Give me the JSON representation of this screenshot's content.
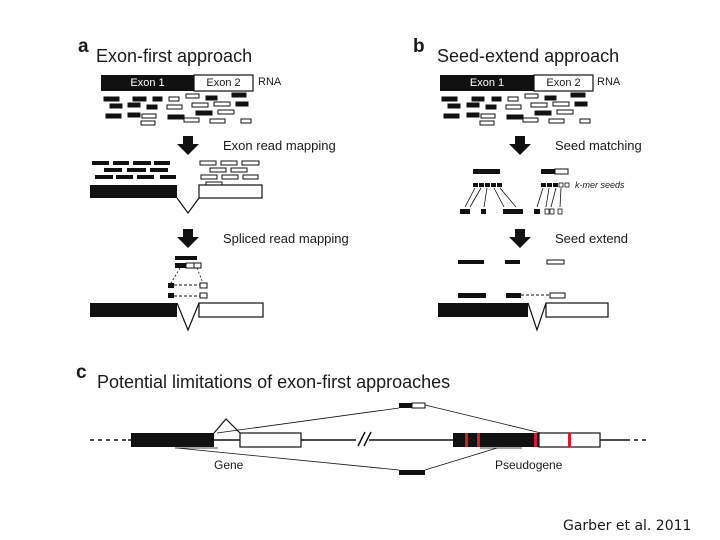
{
  "panel_a": {
    "letter": "a",
    "title": "Exon-first approach",
    "exon1": "Exon 1",
    "exon2": "Exon 2",
    "rna": "RNA",
    "step1": "Exon read mapping",
    "step2": "Spliced read mapping"
  },
  "panel_b": {
    "letter": "b",
    "title": "Seed-extend approach",
    "exon1": "Exon 1",
    "exon2": "Exon 2",
    "rna": "RNA",
    "step1": "Seed matching",
    "kmer": "k-mer seeds",
    "step2": "Seed extend"
  },
  "panel_c": {
    "letter": "c",
    "title": "Potential limitations of exon-first approaches",
    "gene": "Gene",
    "pseudogene": "Pseudogene"
  },
  "citation": "Garber et al. 2011",
  "colors": {
    "exon_dark": "#111111",
    "mismatch": "#d11a2a",
    "line": "#222222"
  }
}
